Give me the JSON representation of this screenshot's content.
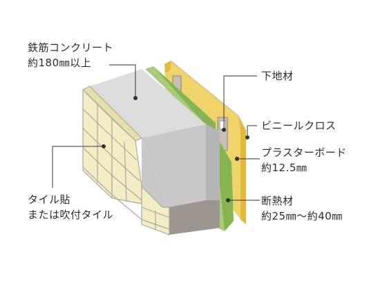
{
  "labels": {
    "concrete": {
      "line1": "鉄筋コンクリート",
      "line2": "約180㎜以上"
    },
    "tile": {
      "line1": "タイル貼",
      "line2": "または吹付タイル"
    },
    "furring": {
      "line1": "下地材"
    },
    "vinyl_cloth": {
      "line1": "ビニールクロス"
    },
    "plasterboard": {
      "line1": "プラスターボード",
      "line2": "約12.5㎜"
    },
    "insulation": {
      "line1": "断熱材",
      "line2": "約25㎜〜約40㎜"
    }
  },
  "colors": {
    "tile_face": "#f3edc3",
    "tile_side": "#e8dfa8",
    "tile_joint": "#a9a8a3",
    "concrete_top": "#dcdcdc",
    "concrete_face": "#c8c8c8",
    "concrete_dark": "#9c9590",
    "insulation_green": "#86b450",
    "insulation_light": "#a8cc78",
    "plasterboard_yellow": "#f0d46a",
    "plasterboard_edge": "#e3b93b",
    "furring": "#c9bfb3",
    "leader_line": "#333333"
  }
}
